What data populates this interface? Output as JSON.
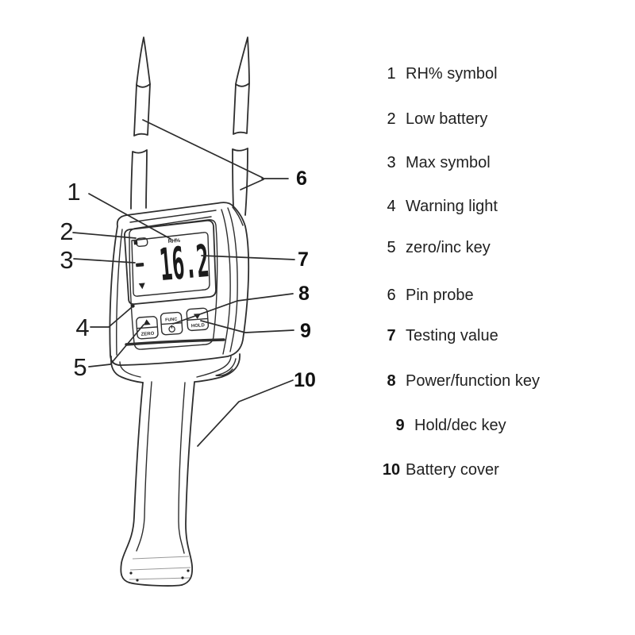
{
  "legend": {
    "items": [
      {
        "num": "1",
        "label": "RH% symbol"
      },
      {
        "num": "2",
        "label": "Low battery"
      },
      {
        "num": "3",
        "label": "Max symbol"
      },
      {
        "num": "4",
        "label": "Warning light"
      },
      {
        "num": "5",
        "label": "zero/inc key"
      },
      {
        "num": "6",
        "label": "Pin probe"
      },
      {
        "num": "7",
        "label": "Testing value"
      },
      {
        "num": "8",
        "label": "Power/function key"
      },
      {
        "num": "9",
        "label": "Hold/dec key"
      },
      {
        "num": "10",
        "label": "Battery cover"
      }
    ]
  },
  "device": {
    "display": {
      "value": "16.2",
      "indicator": "RH%"
    },
    "buttons": {
      "zero": "ZERO",
      "func": "FUNC",
      "hold": "HOLD"
    },
    "callouts": [
      "1",
      "2",
      "3",
      "4",
      "5",
      "6",
      "7",
      "8",
      "9",
      "10"
    ]
  },
  "colors": {
    "background": "#ffffff",
    "line": "#2e2e2e",
    "text": "#222222"
  }
}
